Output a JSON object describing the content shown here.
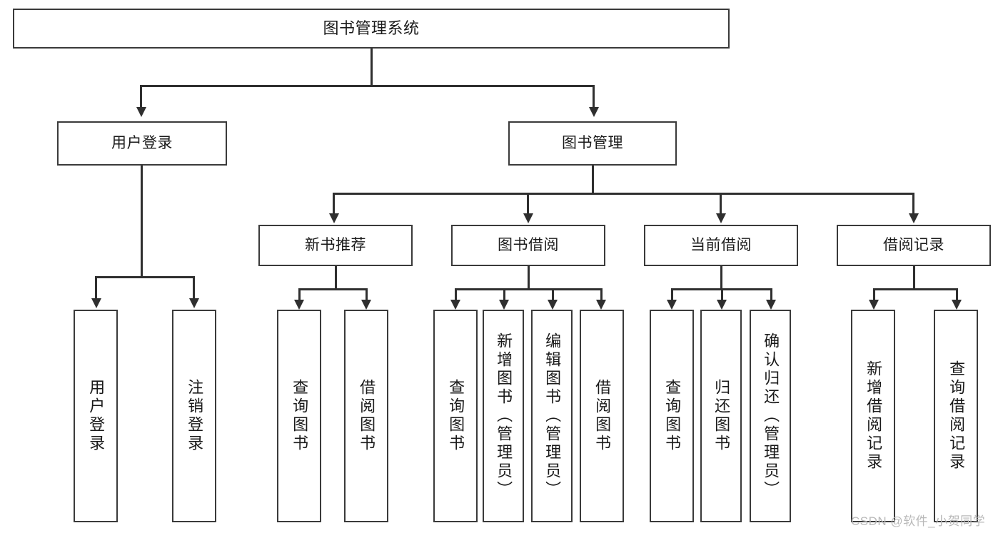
{
  "diagram": {
    "title": "图书管理系统",
    "root": {
      "label": "图书管理系统"
    },
    "level2": [
      {
        "label": "用户登录"
      },
      {
        "label": "图书管理"
      }
    ],
    "level3": [
      {
        "label": "新书推荐"
      },
      {
        "label": "图书借阅"
      },
      {
        "label": "当前借阅"
      },
      {
        "label": "借阅记录"
      }
    ],
    "leaves": {
      "user_login": [
        {
          "label": "用户登录"
        },
        {
          "label": "注销登录"
        }
      ],
      "new_book": [
        {
          "label": "查询图书"
        },
        {
          "label": "借阅图书"
        }
      ],
      "borrow_book": [
        {
          "label": "查询图书"
        },
        {
          "label": "新增图书（管理员）"
        },
        {
          "label": "编辑图书（管理员）"
        },
        {
          "label": "借阅图书"
        }
      ],
      "current_borrow": [
        {
          "label": "查询图书"
        },
        {
          "label": "归还图书"
        },
        {
          "label": "确认归还（管理员）"
        }
      ],
      "borrow_record": [
        {
          "label": "新增借阅记录"
        },
        {
          "label": "查询借阅记录"
        }
      ]
    }
  },
  "watermark": {
    "text": "CSDN @软件_小贺同学"
  },
  "colors": {
    "stroke": "#3a3a3a",
    "connector": "#2f2f2f",
    "background": "#ffffff",
    "text": "#1a1a1a",
    "watermark": "#b9b9b9"
  }
}
